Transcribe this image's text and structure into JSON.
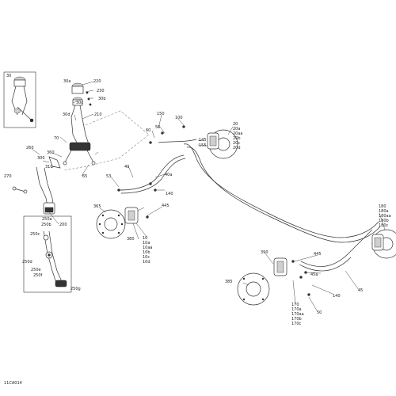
{
  "diagram_code": "11CA014",
  "labels": {
    "l30": "30",
    "l30a": "30a",
    "l220": "220",
    "l230": "230",
    "l30b": "30b",
    "l30c": "30c",
    "l210": "210",
    "l30d": "30d",
    "l70": "70",
    "l260": "260",
    "l360": "360",
    "l300": "300",
    "l310": "310",
    "l270": "270",
    "l65": "65",
    "l200": "200",
    "l250a": "250a",
    "l250b": "250b",
    "l250c": "250c",
    "l250d": "250d",
    "l250e": "250e",
    "l250f": "250f",
    "l250g": "250g",
    "l150": "150",
    "l60": "60",
    "l50": "50",
    "l100": "100",
    "l145": "145",
    "l155": "155",
    "l20": "20",
    "l20a": "20a",
    "l20aa": "20aa",
    "l20b": "20b",
    "l20c": "20c",
    "l20d": "20d",
    "l40": "40",
    "l40a": "40a",
    "l53": "53",
    "l140a": "140",
    "l365": "365",
    "l445a": "445",
    "l380": "380",
    "l10": "10",
    "l10a": "10a",
    "l10aa": "10aa",
    "l10b": "10b",
    "l10c": "10c",
    "l10d": "10d",
    "l180": "180",
    "l180a": "180a",
    "l180aa": "180aa",
    "l180b": "180b",
    "l180c": "180c",
    "l445b": "445",
    "l45a": "45a",
    "l45": "45",
    "l390": "390",
    "l385": "385",
    "l140b": "140",
    "l170": "170",
    "l170a": "170a",
    "l170aa": "170aa",
    "l170b": "170b",
    "l170c": "170c",
    "l50b": "50"
  }
}
